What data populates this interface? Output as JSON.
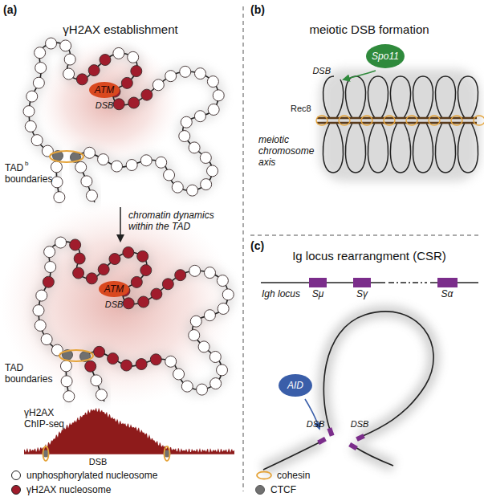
{
  "diagram": {
    "nodes": [
      {
        "text": [
          "ATM"
        ]
      },
      {
        "text": [
          "ATM"
        ]
      },
      {
        "text": [
          "Spo11"
        ]
      },
      {
        "text": [
          "AID"
        ]
      }
    ],
    "labels": [
      "(a)",
      "γH2AX establishment",
      "DSB",
      "TAD",
      "b",
      "boundaries",
      "chromatin dynamics within the TAD",
      "DSB",
      "TAD boundaries",
      "γH2AX ChIP-seq",
      "DSB",
      "(b)",
      "meiotic DSB formation",
      "DSB",
      "Rec8",
      "meiotic chromosome axis",
      "(c)",
      "Ig locus rearrangment (CSR)",
      "Igh locus",
      "Sμ",
      "Sγ",
      "Sα",
      "DSB",
      "DSB"
    ],
    "legend": [
      {
        "text": "unphosphorylated nucleosome",
        "color": "#ffffff"
      },
      {
        "text": "γH2AX nucleosome",
        "color": "#a01c2c"
      },
      {
        "text": "cohesin"
      },
      {
        "text": "CTCF",
        "color": "#707070"
      }
    ]
  }
}
